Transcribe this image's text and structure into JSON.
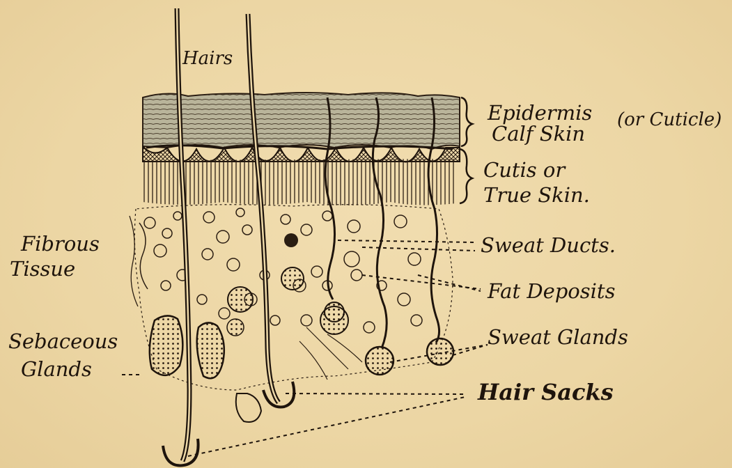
{
  "diagram": {
    "labels": {
      "hairs": "Hairs",
      "epidermis_1": "Epidermis",
      "epidermis_2": "Calf Skin",
      "or_cuticle": "(or Cuticle)",
      "cutis_1": "Cutis or",
      "cutis_2": "True Skin.",
      "fibrous_1": "Fibrous",
      "fibrous_2": "Tissue",
      "sweat_ducts": "Sweat Ducts.",
      "fat_deposits": "Fat Deposits",
      "sweat_glands": "Sweat Glands",
      "sebaceous_1": "Sebaceous",
      "sebaceous_2": "Glands",
      "hair_sacks": "Hair Sacks"
    },
    "colors": {
      "paper": "#eed9a8",
      "ink": "#1e140c",
      "epidermis": "#b9b49a"
    }
  }
}
